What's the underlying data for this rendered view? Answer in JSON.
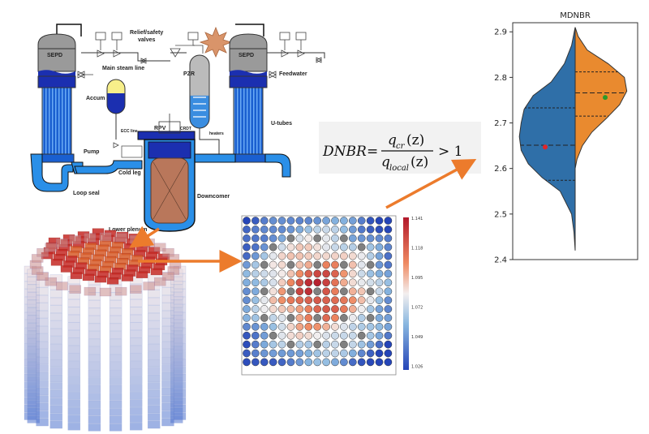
{
  "schematic": {
    "labels": {
      "sepd": "SEPD",
      "relief": "Relief/safety",
      "valves": "valves",
      "main_steam": "Main steam line",
      "feedwater": "Feedwater",
      "pzr": "PZR",
      "accum": "Accum",
      "eccline": "ECC line",
      "cold_leg": "Cold leg",
      "pump": "Pump",
      "rpv": "RPV",
      "crdt": "CRDT",
      "heaters": "heaters",
      "utubes": "U-tubes",
      "downcomer": "Downcomer",
      "loop_seal": "Loop seal",
      "lower_plenum": "Lower plenum"
    }
  },
  "equation": {
    "lhs": "DNBR",
    "eq": "=",
    "num_main": "q",
    "num_sub": "cr",
    "num_arg": "(z)",
    "den_main": "q",
    "den_sub": "local",
    "den_arg": "(z)",
    "rhs": "> 1"
  },
  "colors": {
    "violin_left": "#2f6fa8",
    "violin_right": "#e98a2f",
    "mean_left": "#e0262a",
    "mean_right": "#2a9a2a",
    "arrow": "#ec7b2c",
    "hot": "#b2182b",
    "cold": "#2166ac",
    "guide_tube": "#808080"
  },
  "heatmap": {
    "grid_size": 17,
    "colorbar_ticks": [
      "1.141",
      "1.118",
      "1.095",
      "1.072",
      "1.049",
      "1.026"
    ],
    "colorbar_range": [
      1.026,
      1.141
    ]
  },
  "chart_data": {
    "type": "violin",
    "title": "MDNBR",
    "ylim": [
      2.4,
      2.92
    ],
    "yticks": [
      2.4,
      2.5,
      2.6,
      2.7,
      2.8,
      2.9
    ],
    "series": [
      {
        "side": "left",
        "color": "#2f6fa8",
        "mean": 2.647,
        "quartiles": [
          2.574,
          2.651,
          2.733
        ],
        "density": [
          [
            2.42,
            0.0
          ],
          [
            2.46,
            0.02
          ],
          [
            2.5,
            0.06
          ],
          [
            2.55,
            0.25
          ],
          [
            2.58,
            0.55
          ],
          [
            2.61,
            0.78
          ],
          [
            2.64,
            0.9
          ],
          [
            2.67,
            0.93
          ],
          [
            2.7,
            0.9
          ],
          [
            2.73,
            0.85
          ],
          [
            2.76,
            0.7
          ],
          [
            2.79,
            0.4
          ],
          [
            2.83,
            0.18
          ],
          [
            2.87,
            0.06
          ],
          [
            2.91,
            0.0
          ]
        ]
      },
      {
        "side": "right",
        "color": "#e98a2f",
        "mean": 2.756,
        "quartiles": [
          2.715,
          2.766,
          2.812
        ],
        "density": [
          [
            2.6,
            0.0
          ],
          [
            2.62,
            0.03
          ],
          [
            2.65,
            0.12
          ],
          [
            2.68,
            0.28
          ],
          [
            2.71,
            0.52
          ],
          [
            2.74,
            0.74
          ],
          [
            2.77,
            0.86
          ],
          [
            2.8,
            0.82
          ],
          [
            2.83,
            0.55
          ],
          [
            2.86,
            0.2
          ],
          [
            2.89,
            0.05
          ],
          [
            2.91,
            0.0
          ]
        ]
      }
    ]
  }
}
